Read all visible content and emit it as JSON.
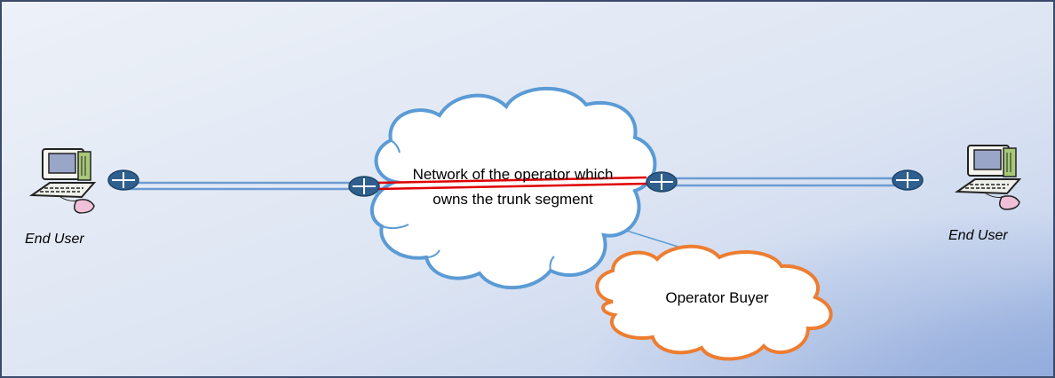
{
  "diagram": {
    "network_cloud_label_line1": "Network of the operator which",
    "network_cloud_label_line2": "owns the  trunk segment",
    "buyer_cloud_label": "Operator  Buyer",
    "end_user_left_label": "End User",
    "end_user_right_label": "End User"
  },
  "colors": {
    "frame": "#3b4a6b",
    "background_light": "#e9eef7",
    "background_dark": "#a9bde3",
    "link_blue": "#6b9bd2",
    "router_fill": "#2f5f8f",
    "network_cloud_stroke": "#5b9bd5",
    "buyer_cloud_stroke": "#ed7d31",
    "trunk_red": "#e00000"
  },
  "icons": [
    "computer-icon",
    "router-icon",
    "cloud-icon"
  ]
}
